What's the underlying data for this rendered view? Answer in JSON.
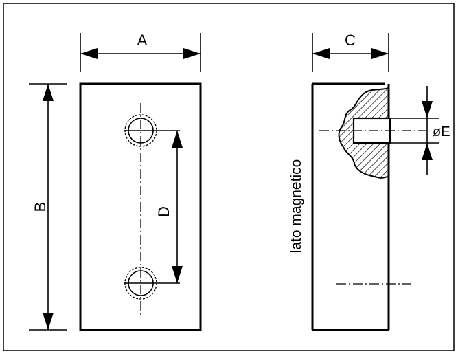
{
  "labels": {
    "a": "A",
    "b": "B",
    "c": "C",
    "d": "D",
    "e": "øE",
    "side": "lato magnetico"
  }
}
